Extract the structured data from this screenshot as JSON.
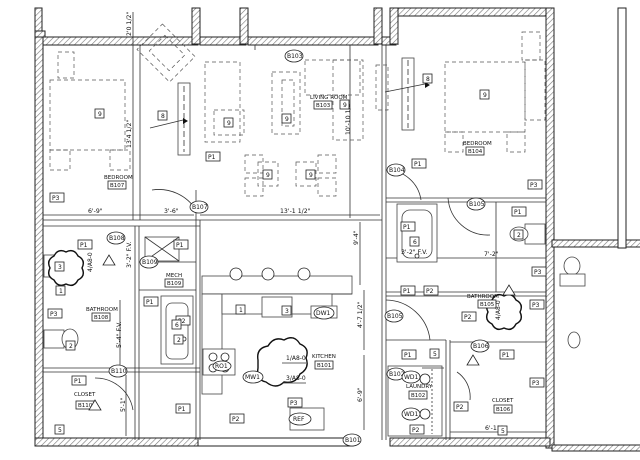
{
  "rooms": [
    {
      "id": "living",
      "name": "LIVING ROOM",
      "number": "B103"
    },
    {
      "id": "bed_r",
      "name": "BEDROOM",
      "number": "B104"
    },
    {
      "id": "bed_l",
      "name": "BEDROOM",
      "number": "B107"
    },
    {
      "id": "bath_l",
      "name": "BATHROOM",
      "number": "B108"
    },
    {
      "id": "bath_r",
      "name": "BATHROOM",
      "number": "B105"
    },
    {
      "id": "mech",
      "name": "MECH",
      "number": "B109"
    },
    {
      "id": "kitchen",
      "name": "KITCHEN",
      "number": "B101"
    },
    {
      "id": "laundry",
      "name": "LAUNDRY",
      "number": "B102"
    },
    {
      "id": "closet_l",
      "name": "CLOSET",
      "number": "B110"
    },
    {
      "id": "closet_r",
      "name": "CLOSET",
      "number": "B106"
    }
  ],
  "door_tags": [
    "B103",
    "B107",
    "B104",
    "B105",
    "B106",
    "B108",
    "B109",
    "B110",
    "B105",
    "B101",
    "B102"
  ],
  "dimensions": [
    "2'0 1/2\"",
    "13'4 1/2\"",
    "6'-9\"",
    "3'-6\"",
    "13'-1 1/2\"",
    "10'-10 1/2\"",
    "9'-4\"",
    "7'-2\"",
    "3'-2\" F.V.",
    "3'-2\" F.V.",
    "5'-4\" F.V.",
    "4'-7 1/2\"",
    "5'-1\"",
    "6'-9\"",
    "6'-11\""
  ],
  "item_tags": [
    "P1",
    "P2",
    "P3",
    "5",
    "1",
    "2",
    "3",
    "6",
    "8",
    "9"
  ],
  "fixtures": {
    "dishwasher": "DW1",
    "refrigerator": "REF",
    "microwave": "MW1",
    "range": "RO1",
    "washer_dryer": "WD1"
  },
  "revision_tags": [
    "1/A8-0",
    "3/A8-0",
    "4/A8-0"
  ],
  "colors": {
    "line": "#222222",
    "hatch": "#777777",
    "background": "#ffffff"
  }
}
